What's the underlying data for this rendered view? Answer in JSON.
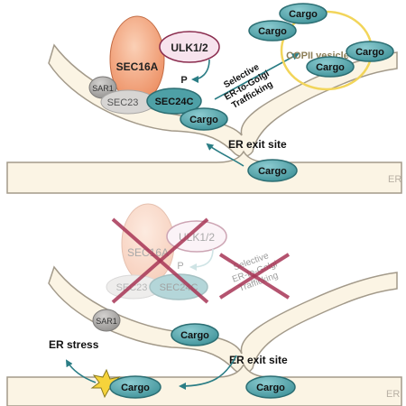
{
  "panels": {
    "top": {
      "labels": {
        "sec16a": "SEC16A",
        "ulk": "ULK1/2",
        "p": "P",
        "sar1": "SAR1",
        "sec23": "SEC23",
        "sec24c": "SEC24C",
        "cargo_bound": "Cargo",
        "cargo_lumen": "Cargo",
        "exit_site": "ER exit site",
        "er": "ER",
        "trafficking_1": "Selective",
        "trafficking_2": "ER-to-Golgi",
        "trafficking_3": "Trafficking",
        "copii": "COPII vesicle",
        "vesicle_cargo_1": "Cargo",
        "vesicle_cargo_2": "Cargo",
        "vesicle_cargo_3": "Cargo",
        "vesicle_cargo_4": "Cargo"
      }
    },
    "bottom": {
      "labels": {
        "sec16a": "SEC16A",
        "ulk": "ULK1/2",
        "p": "P",
        "sec23": "SEC23",
        "sec24c": "SEC24C",
        "trafficking_1": "Selective",
        "trafficking_2": "ER-to-Golgi",
        "trafficking_3": "Trafficking",
        "sar1": "SAR1",
        "cargo_upper": "Cargo",
        "exit_site": "ER exit site",
        "er_stress": "ER stress",
        "cargo_stressed": "Cargo",
        "cargo_lumen": "Cargo",
        "er": "ER"
      }
    }
  },
  "colors": {
    "membrane_fill": "#fbf4e4",
    "membrane_stroke": "#a39a8a",
    "cargo_fill": "#4ea0a6",
    "cargo_stroke": "#2c6e73",
    "sec16a_fill": "#f0a37c",
    "ulk_fill": "#f7e3ed",
    "ulk_stroke": "#8a2c4e",
    "sec23_fill": "#d7d5d3",
    "sar1_fill": "#a6a4a2",
    "copii_ring": "#f2d55a",
    "copii_text": "#8c7e57",
    "arrow": "#2a7d85",
    "cross": "#a83656",
    "star": "#f6d33b",
    "er_label": "#b8b0a4"
  }
}
